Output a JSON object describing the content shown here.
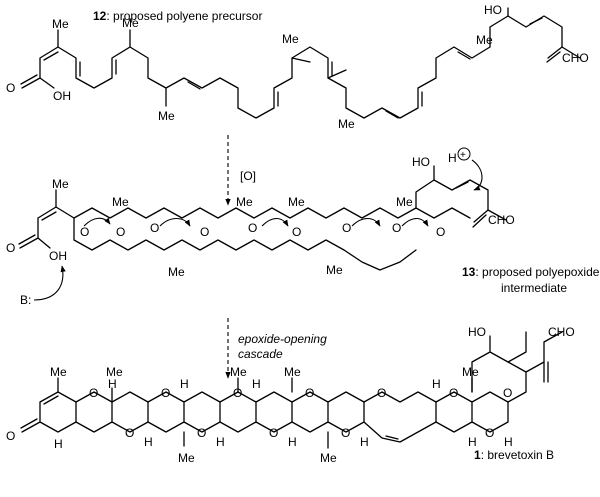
{
  "compound12": {
    "number": "12",
    "caption": ": proposed polyene precursor"
  },
  "compound13": {
    "number": "13",
    "caption_line1": ": proposed polyepoxide",
    "caption_line2": "intermediate"
  },
  "compound1": {
    "number": "1",
    "caption": ": brevetoxin B"
  },
  "step1_reagent": "[O]",
  "step2_line1": "epoxide-opening",
  "step2_line2": "cascade",
  "atoms": {
    "me": "Me",
    "ho": "HO",
    "oh": "OH",
    "o": "O",
    "cho": "CHO",
    "h": "H",
    "base": "B:",
    "proton_plus": "+"
  }
}
